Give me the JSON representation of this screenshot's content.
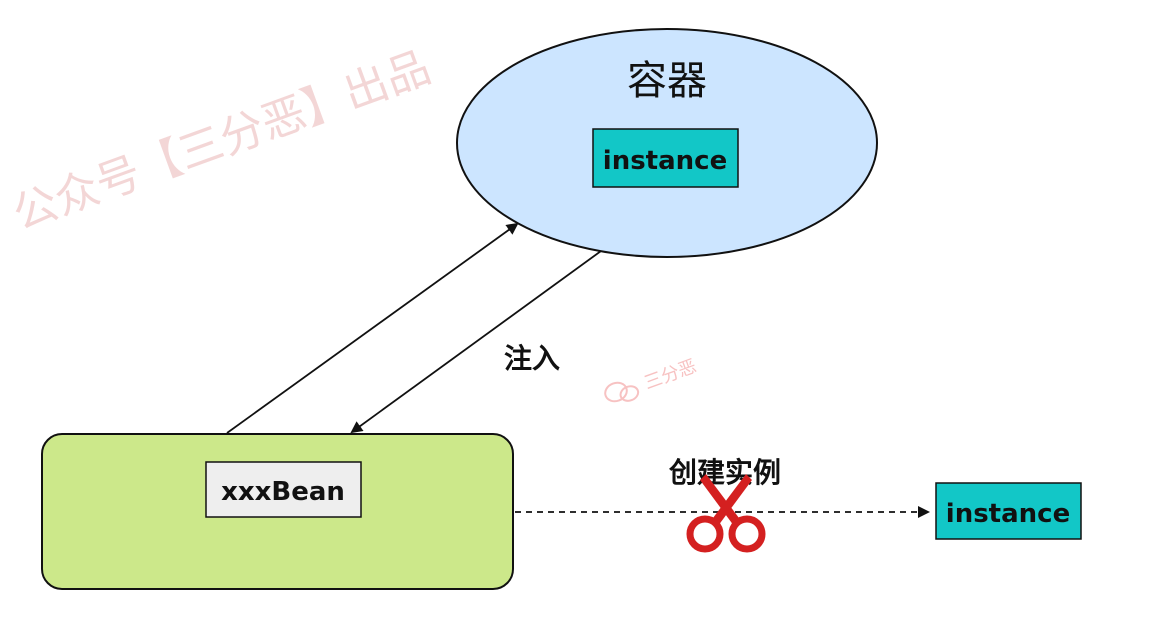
{
  "diagram": {
    "container_label": "容器",
    "container_instance_label": "instance",
    "bean_label": "xxxBean",
    "inject_label": "注入",
    "create_label": "创建实例",
    "external_instance_label": "instance"
  },
  "watermark": {
    "text": "公众号【三分恶】出品",
    "logo_text": "三分恶"
  },
  "colors": {
    "container_fill": "#cce5ff",
    "bean_fill": "#cce88a",
    "instance_fill": "#12c7c7",
    "bean_name_fill": "#eeeeee",
    "scissors": "#d42020",
    "watermark": "#f0c9c9"
  },
  "icons": {
    "cut": "scissors-icon",
    "logo": "wechat-logo-icon"
  }
}
